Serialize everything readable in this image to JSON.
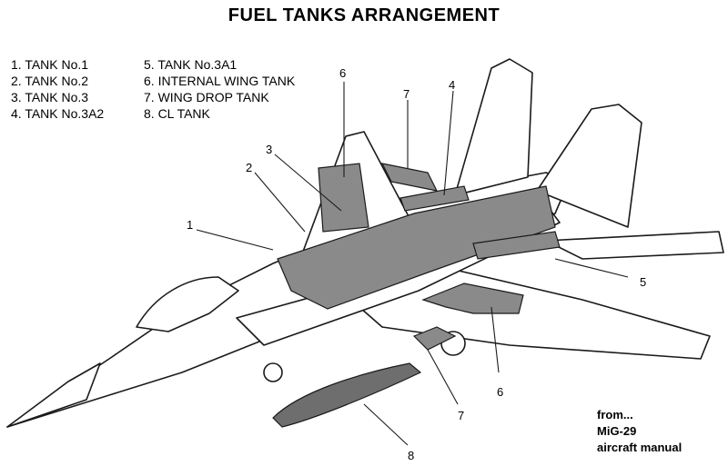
{
  "title": "FUEL TANKS ARRANGEMENT",
  "legend": {
    "left": [
      "1. TANK No.1",
      "2. TANK No.2",
      "3. TANK No.3",
      "4. TANK No.3A2"
    ],
    "right": [
      "5. TANK No.3A1",
      "6. INTERNAL WING TANK",
      "7. WING DROP TANK",
      "8. CL TANK"
    ]
  },
  "callouts": [
    "1",
    "2",
    "3",
    "4",
    "5",
    "6",
    "6",
    "7",
    "7",
    "8"
  ],
  "source": [
    "from...",
    "MiG-29",
    "aircraft manual"
  ],
  "colors": {
    "tank": "#8a8a8a",
    "tank_dark": "#6e6e6e",
    "line": "#1a1a1a"
  }
}
